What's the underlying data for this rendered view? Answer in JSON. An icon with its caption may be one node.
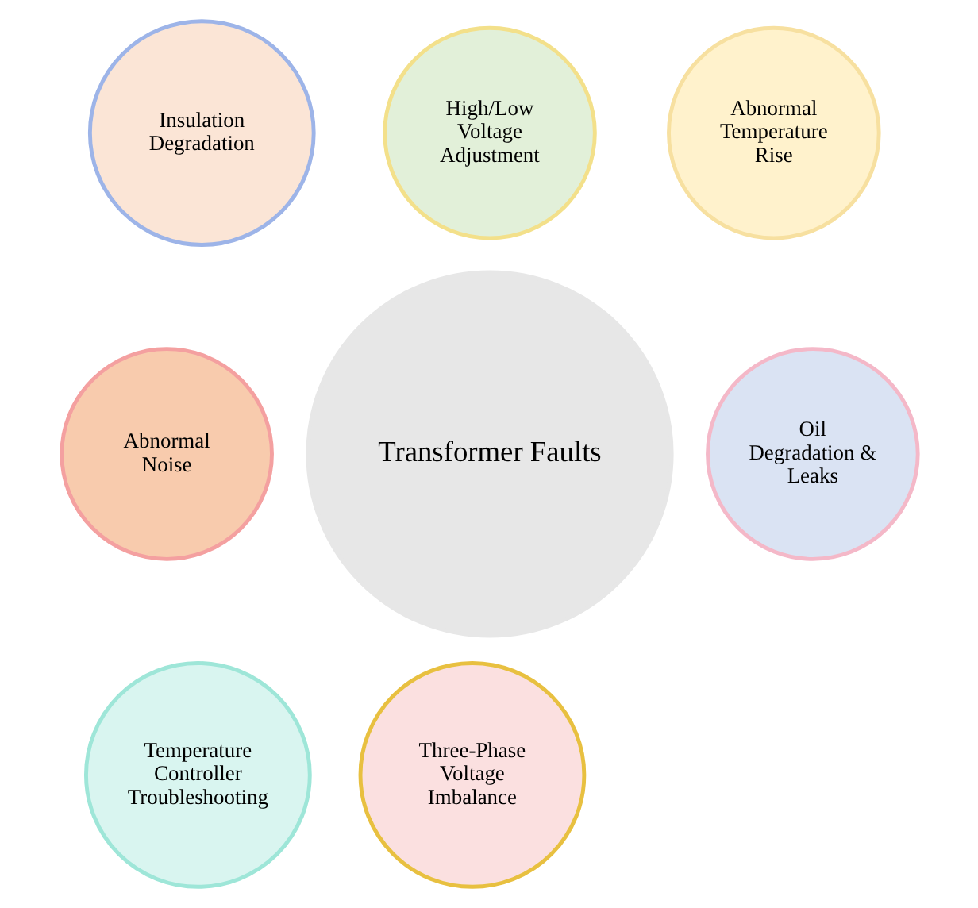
{
  "diagram": {
    "nodes": [
      {
        "text": [
          "Transformer Faults"
        ]
      },
      {
        "text": [
          "High/Low Voltage Adjustment"
        ]
      },
      {
        "text": [
          "Abnormal Temperature Rise"
        ]
      },
      {
        "text": [
          "Oil Degradation & Leaks"
        ]
      },
      {
        "text": [
          "Three-Phase Voltage Imbalance"
        ]
      },
      {
        "text": [
          "Temperature Controller Troubleshooting"
        ]
      },
      {
        "text": [
          "Abnormal Noise"
        ]
      },
      {
        "text": [
          "Insulation Degradation"
        ]
      }
    ]
  }
}
